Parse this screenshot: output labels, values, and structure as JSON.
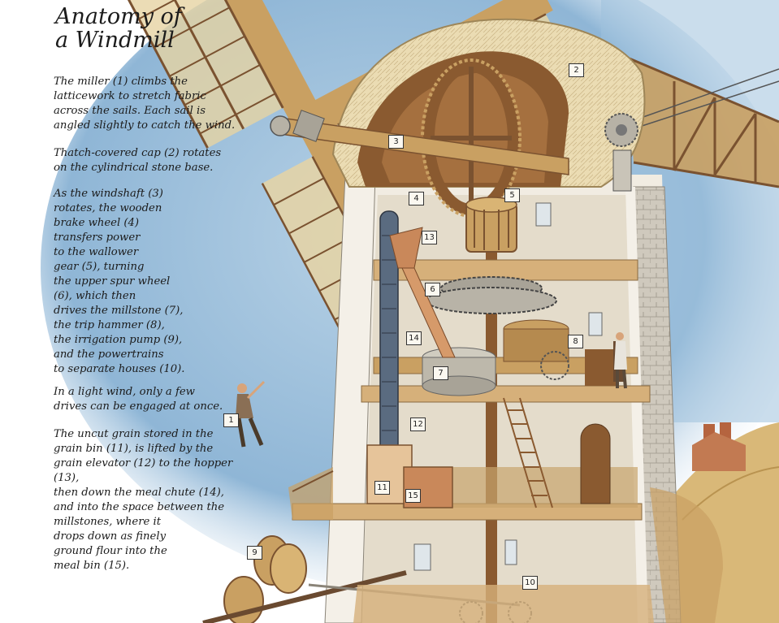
{
  "title": {
    "line1": "Anatomy of",
    "line2": "a Windmill"
  },
  "paragraphs": {
    "p1": "The miller (1) climbs the\nlatticework to stretch fabric\nacross the sails. Each sail is\nangled slightly to catch the wind.",
    "p2": "Thatch-covered cap (2) rotates\non the cylindrical stone base.",
    "p3": "As the windshaft (3)\nrotates, the wooden\nbrake wheel (4)\ntransfers power\nto the wallower\ngear (5), turning\nthe upper spur wheel\n(6), which then\ndrives the millstone (7),\nthe trip hammer (8),\nthe irrigation pump (9),\nand the powertrains\nto separate houses (10).",
    "p4": "In a light wind, only a few\ndrives can be engaged at once.",
    "p5": "The uncut grain stored in the\ngrain bin (11), is lifted by the\ngrain elevator (12) to the hopper (13),\nthen down the meal chute (14),\nand into the space between the\nmillstones, where it\ndrops down as finely\nground flour into the\nmeal bin (15)."
  },
  "labels": {
    "l1": "1",
    "l2": "2",
    "l3": "3",
    "l4": "4",
    "l5": "5",
    "l6": "6",
    "l7": "7",
    "l8": "8",
    "l9": "9",
    "l10": "10",
    "l11": "11",
    "l12": "12",
    "l13": "13",
    "l14": "14",
    "l15": "15"
  },
  "colors": {
    "sky": "#8fb6d6",
    "wood": "#c9a062",
    "dark_wood": "#7a5230",
    "plaster": "#f1ece2",
    "stone": "#c8c3b8",
    "thatch": "#e8d9b0"
  }
}
